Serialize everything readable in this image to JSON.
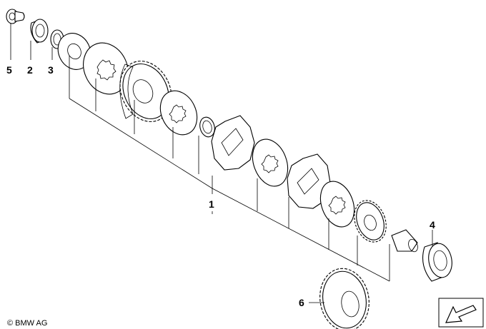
{
  "callouts": {
    "c1": "1",
    "c2": "2",
    "c3": "3",
    "c4": "4",
    "c5": "5",
    "c6": "6"
  },
  "copyright": "© BMW AG",
  "icons": {
    "direction": "direction-arrow-icon"
  }
}
